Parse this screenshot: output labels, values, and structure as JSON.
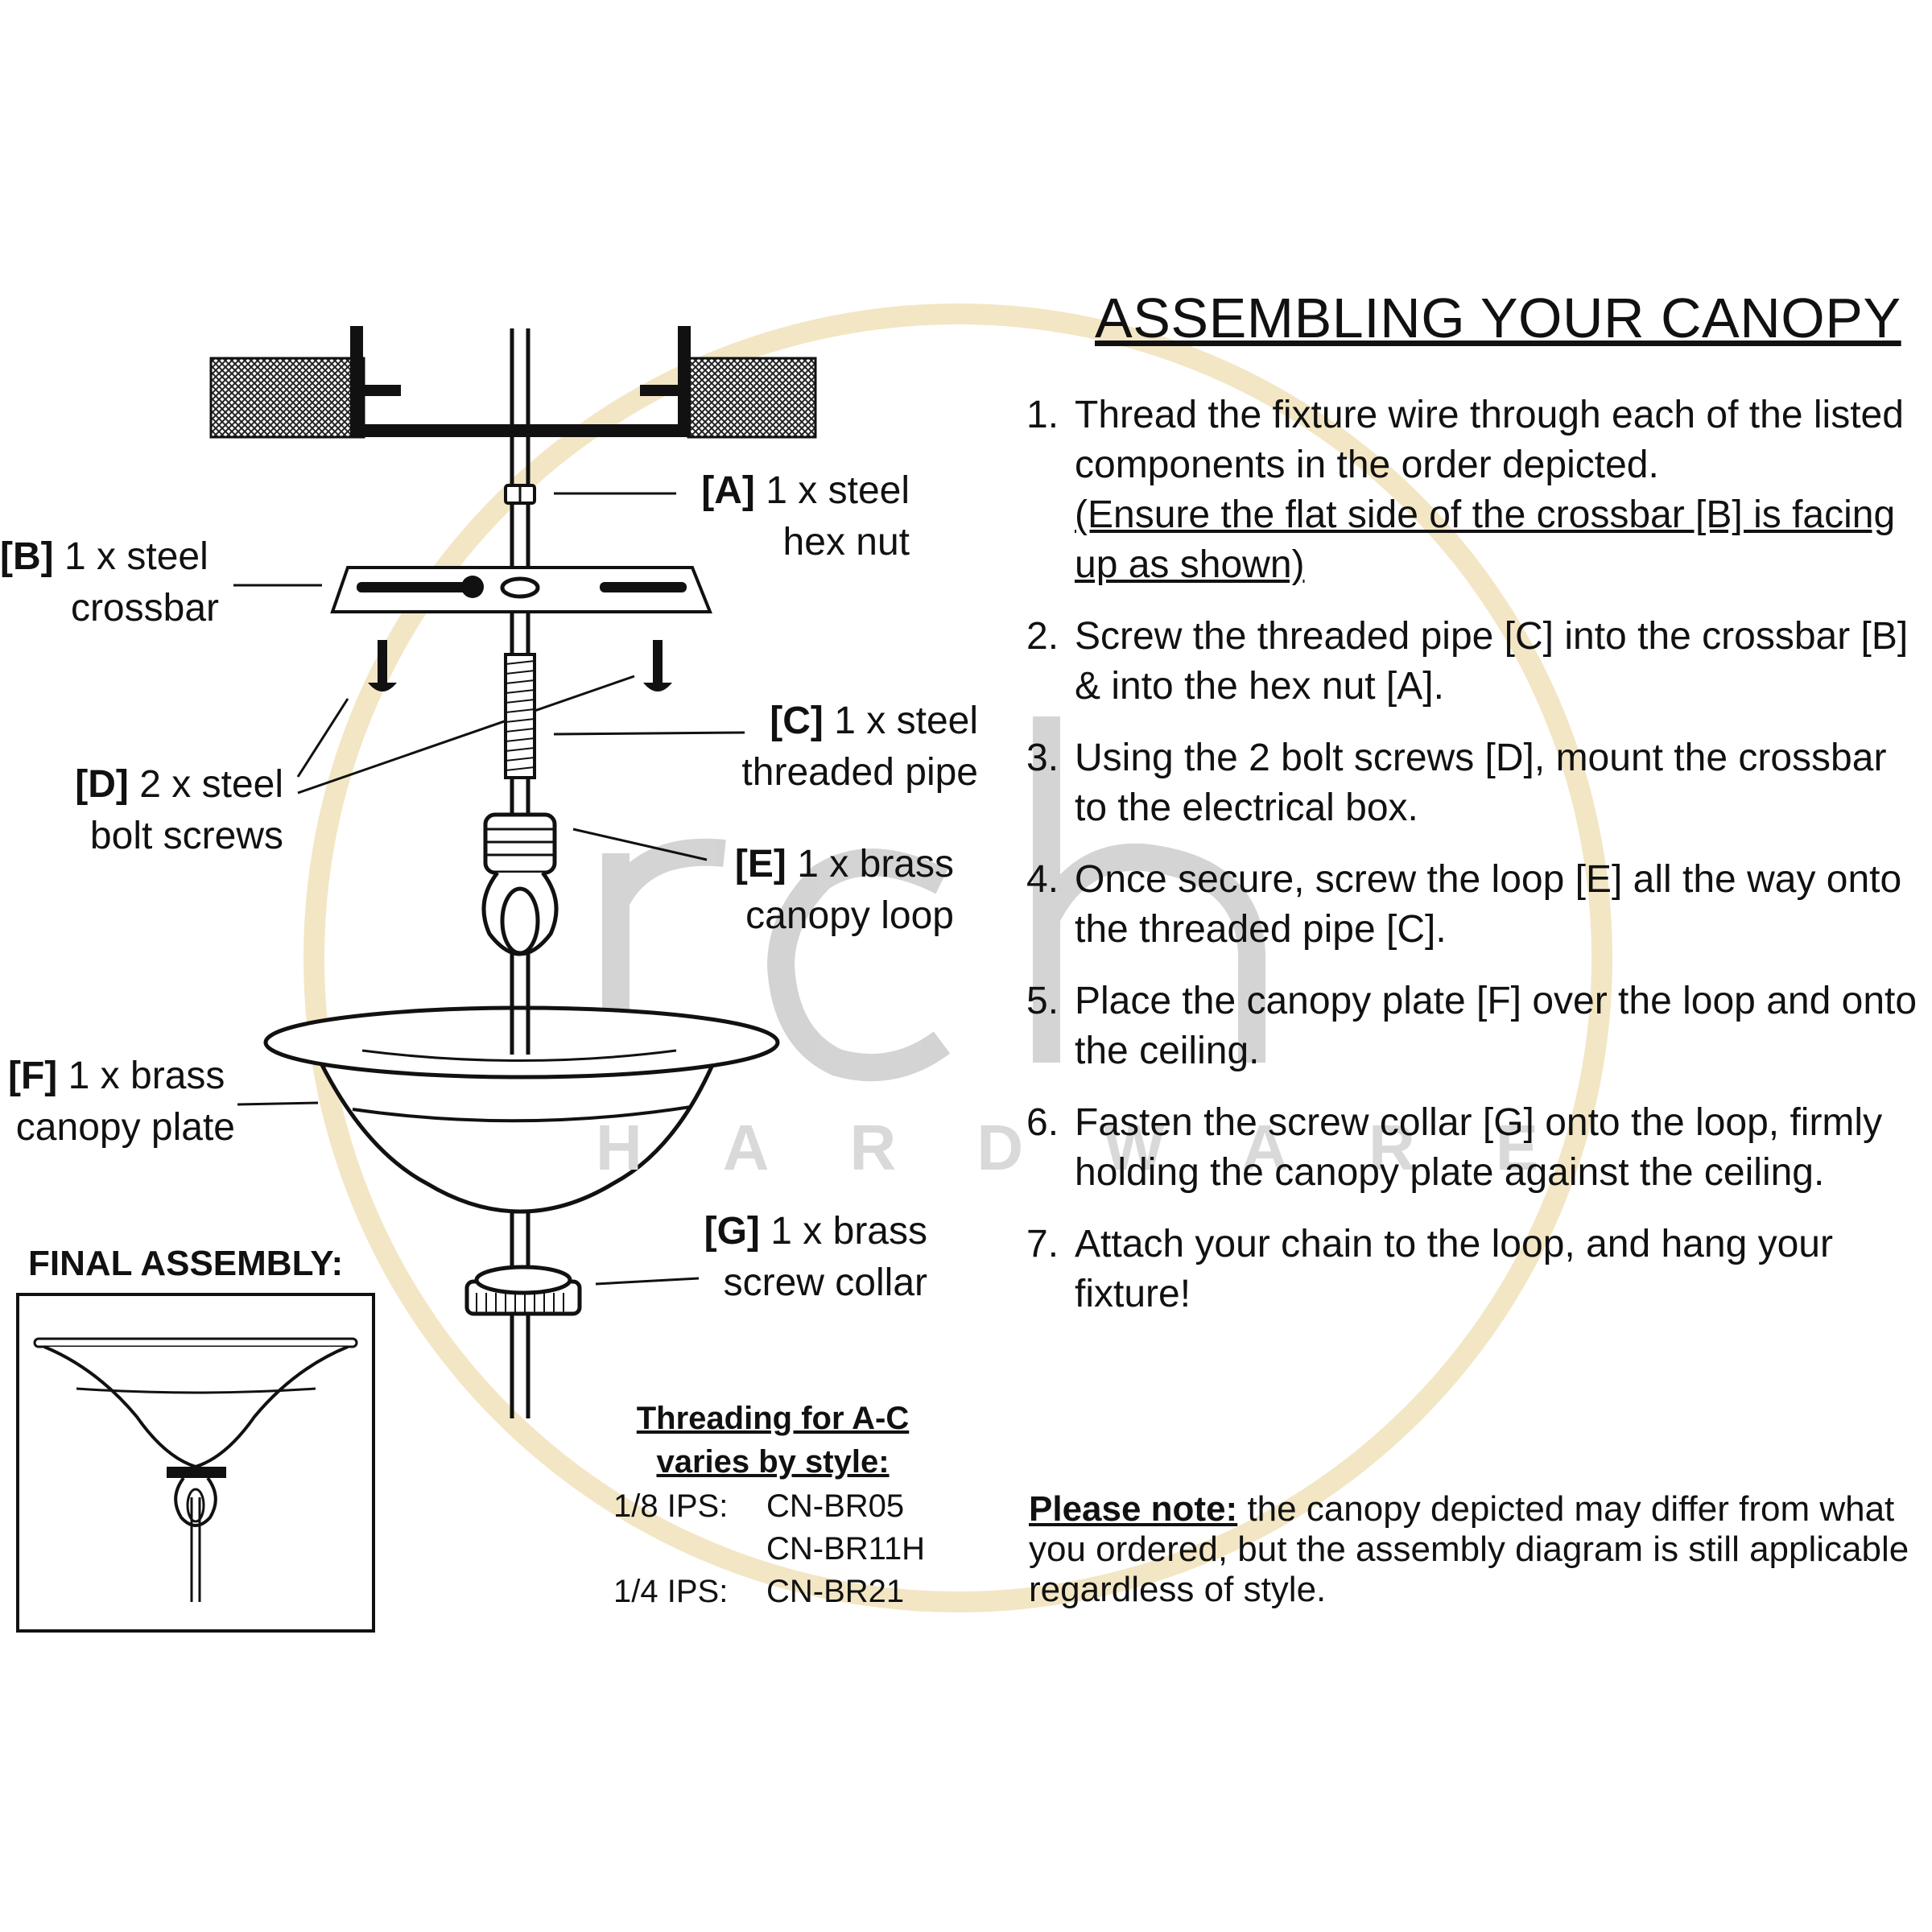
{
  "title": "ASSEMBLING YOUR CANOPY",
  "watermark": {
    "brand": "rch",
    "subtitle": "HARDWARE",
    "ring_color": "#f3e6c4"
  },
  "parts": {
    "a": {
      "tag": "[A]",
      "line1": "1 x steel",
      "line2": "hex nut"
    },
    "b": {
      "tag": "[B]",
      "line1": "1 x steel",
      "line2": "crossbar"
    },
    "c": {
      "tag": "[C]",
      "line1": "1 x steel",
      "line2": "threaded pipe"
    },
    "d": {
      "tag": "[D]",
      "line1": "2 x steel",
      "line2": "bolt screws"
    },
    "e": {
      "tag": "[E]",
      "line1": "1 x brass",
      "line2": "canopy loop"
    },
    "f": {
      "tag": "[F]",
      "line1": "1 x brass",
      "line2": "canopy plate"
    },
    "g": {
      "tag": "[G]",
      "line1": "1 x brass",
      "line2": "screw collar"
    }
  },
  "final_assembly": "FINAL ASSEMBLY:",
  "threading": {
    "title_line1": "Threading for A-C",
    "title_line2": "varies by style:",
    "rows": [
      {
        "size": "1/8 IPS:",
        "code": "CN-BR05"
      },
      {
        "size": "",
        "code": "CN-BR11H"
      },
      {
        "size": "1/4 IPS:",
        "code": "CN-BR21"
      }
    ]
  },
  "steps": [
    {
      "num": "1.",
      "text": "Thread the fixture wire through each of the listed components in the order depicted.",
      "note": "(Ensure the flat side of the crossbar [B] is facing up as shown)"
    },
    {
      "num": "2.",
      "text": "Screw the threaded pipe [C] into the crossbar [B] & into the hex nut [A]."
    },
    {
      "num": "3.",
      "text": "Using the 2 bolt screws [D], mount the crossbar to the electrical box."
    },
    {
      "num": "4.",
      "text": "Once secure, screw the loop [E] all the way onto the threaded pipe [C]."
    },
    {
      "num": "5.",
      "text": "Place the canopy plate [F] over the loop and onto the ceiling."
    },
    {
      "num": "6.",
      "text": "Fasten the screw collar [G] onto the loop, firmly holding the canopy plate against the ceiling."
    },
    {
      "num": "7.",
      "text": "Attach your chain to the loop, and hang your fixture!"
    }
  ],
  "note": {
    "label": "Please note:",
    "text": " the canopy depicted may differ from what you ordered, but the assembly diagram is still applicable regardless of style."
  }
}
